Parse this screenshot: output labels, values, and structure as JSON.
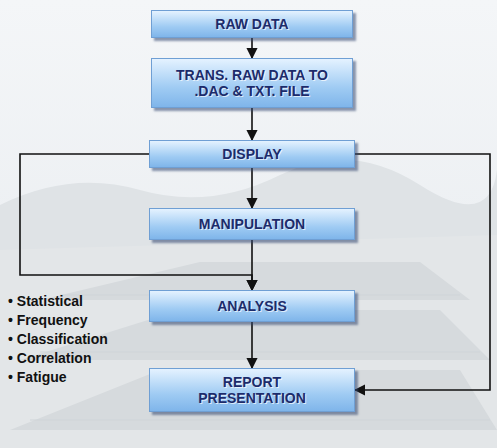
{
  "diagram": {
    "nodes": [
      {
        "text": [
          "RAW DATA"
        ]
      },
      {
        "text": [
          "TRANS. RAW DATA TO .DAC & TXT. FILE"
        ]
      },
      {
        "text": [
          "DISPLAY"
        ]
      },
      {
        "text": [
          "MANIPULATION"
        ]
      },
      {
        "text": [
          "ANALYSIS"
        ]
      },
      {
        "text": [
          "REPORT PRESENTATION"
        ]
      }
    ],
    "edges": [
      {
        "from": 0,
        "to": 1,
        "arrow": "to"
      },
      {
        "from": 1,
        "to": 2,
        "arrow": "to"
      },
      {
        "from": 2,
        "to": 3,
        "arrow": "to"
      },
      {
        "from": 2,
        "to": 4,
        "arrow": "to"
      },
      {
        "from": 3,
        "to": 4,
        "arrow": "to"
      },
      {
        "from": 4,
        "to": 5,
        "arrow": "to"
      },
      {
        "from": 2,
        "to": 5,
        "arrow": "to"
      }
    ],
    "labels": [
      "• Statistical",
      "• Frequency",
      "• Classification",
      "• Correlation",
      "• Fatigue"
    ]
  }
}
